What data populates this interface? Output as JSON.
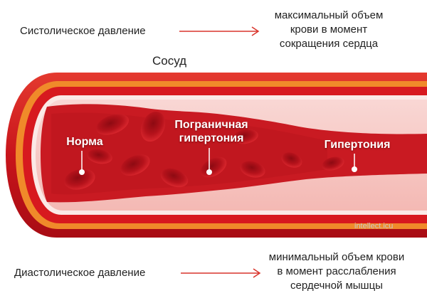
{
  "systolic": {
    "label": "Систолическое давление",
    "description": [
      "максимальный объем",
      "крови в момент",
      "сокращения сердца"
    ]
  },
  "vessel": {
    "title": "Сосуд",
    "zones": [
      {
        "label_lines": [
          "Норма"
        ]
      },
      {
        "label_lines": [
          "Пограничная",
          "гипертония"
        ]
      },
      {
        "label_lines": [
          "Гипертония"
        ]
      }
    ]
  },
  "diastolic": {
    "label": "Диастолическое давление",
    "description": [
      "минимальный объем крови",
      "в момент расслабления",
      "сердечной мышцы"
    ]
  },
  "watermark": "intellect.icu",
  "colors": {
    "arrow": "#d9342b",
    "vessel_outer": "#c8141b",
    "vessel_band": "#f08a2a",
    "vessel_lumen": "#f7c7c4",
    "blood": "#c91a22",
    "cell": "#a80f18"
  }
}
